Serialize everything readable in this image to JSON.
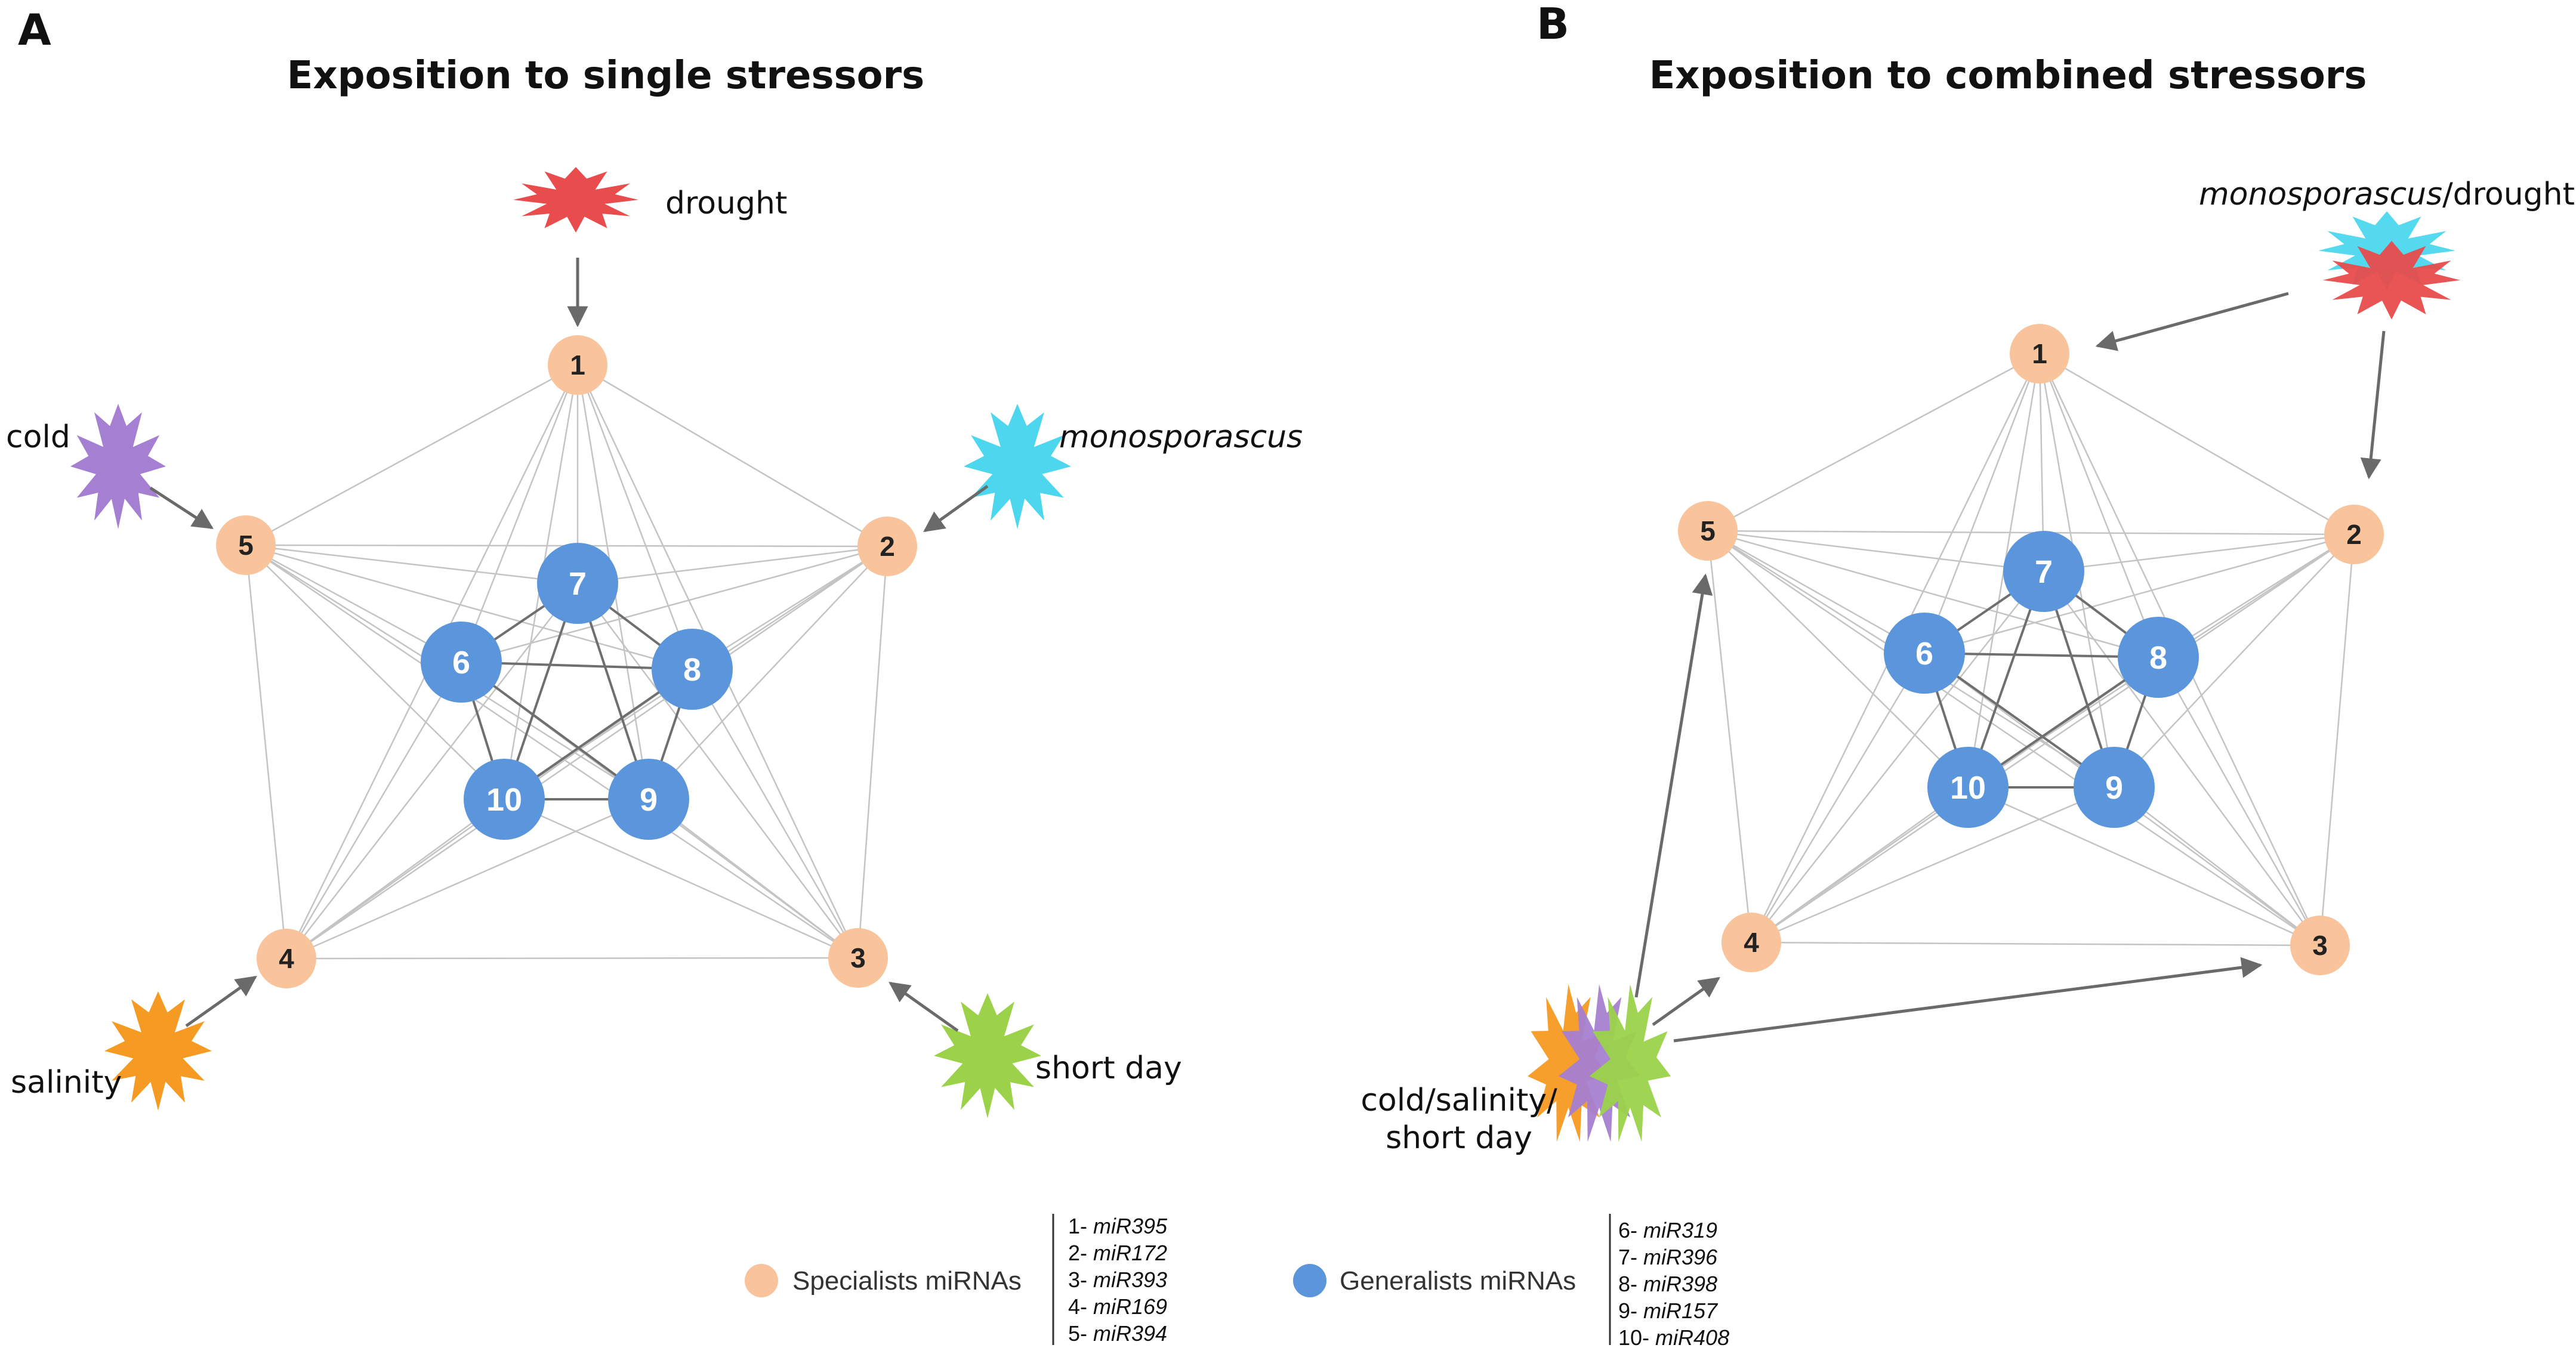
{
  "panels": [
    {
      "letter": "A",
      "title": "Exposition to single stressors",
      "stressors": [
        {
          "label": "drought",
          "italic": false,
          "colors": [
            "#e84c4c"
          ],
          "targets": [
            "1"
          ]
        },
        {
          "label": "monosporascus",
          "italic": true,
          "colors": [
            "#4cd7ee"
          ],
          "targets": [
            "2"
          ]
        },
        {
          "label": "short day",
          "italic": false,
          "colors": [
            "#9bd24a"
          ],
          "targets": [
            "3"
          ]
        },
        {
          "label": "salinity",
          "italic": false,
          "colors": [
            "#f59a22"
          ],
          "targets": [
            "4"
          ]
        },
        {
          "label": "cold",
          "italic": false,
          "colors": [
            "#a57fd1"
          ],
          "targets": [
            "5"
          ]
        }
      ]
    },
    {
      "letter": "B",
      "title": "Exposition to combined stressors",
      "stressors": [
        {
          "label_parts": [
            {
              "text": "monosporascus",
              "italic": true
            },
            {
              "text": "/drought",
              "italic": false
            }
          ],
          "colors": [
            "#4cd7ee",
            "#e84c4c"
          ],
          "targets": [
            "1",
            "2"
          ]
        },
        {
          "label_lines": [
            "cold/salinity/",
            "short day"
          ],
          "colors": [
            "#f59a22",
            "#a57fd1",
            "#9bd24a"
          ],
          "targets": [
            "5",
            "4",
            "3"
          ]
        }
      ]
    }
  ],
  "nodes": {
    "specialists": [
      "1",
      "2",
      "3",
      "4",
      "5"
    ],
    "generalists": [
      "6",
      "7",
      "8",
      "9",
      "10"
    ]
  },
  "legend": {
    "specialists": {
      "label": "Specialists miRNAs",
      "color": "#f9c39b",
      "items": [
        {
          "num": "1-",
          "mir": "miR395"
        },
        {
          "num": "2-",
          "mir": "miR172"
        },
        {
          "num": "3-",
          "mir": "miR393"
        },
        {
          "num": "4-",
          "mir": "miR169"
        },
        {
          "num": "5-",
          "mir": "miR394"
        }
      ]
    },
    "generalists": {
      "label": "Generalists miRNAs",
      "color": "#5b96dc",
      "items": [
        {
          "num": "6-",
          "mir": "miR319"
        },
        {
          "num": "7-",
          "mir": "miR396"
        },
        {
          "num": "8-",
          "mir": "miR398"
        },
        {
          "num": "9-",
          "mir": "miR157"
        },
        {
          "num": "10-",
          "mir": "miR408"
        }
      ]
    }
  },
  "colors": {
    "specialist": "#f9c39b",
    "generalist": "#5b96dc",
    "edge_light": "#c4c4c4",
    "edge_dark": "#6f6f6f",
    "arrow": "#6a6a6a"
  }
}
